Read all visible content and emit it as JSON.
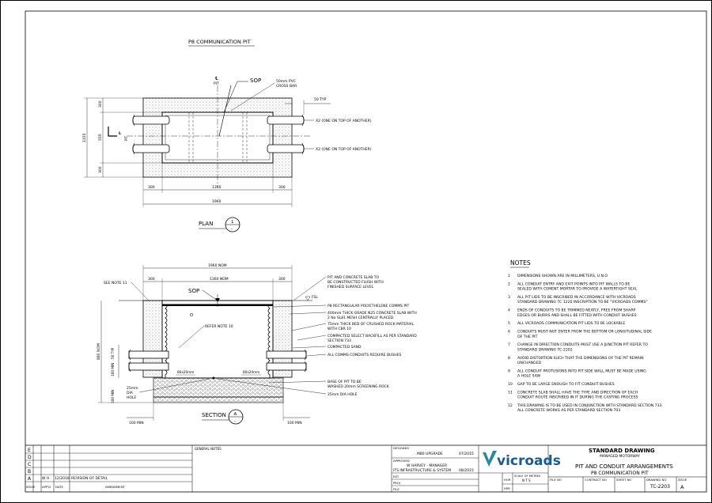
{
  "plan": {
    "title": "P8 COMMUNICATION PIT",
    "cl_top": "℄",
    "cl_pit": "PIT",
    "sop": "SOP",
    "crossbar_1": "50mm PVC",
    "crossbar_2": "CROSS BAR",
    "typ50": "50 TYP",
    "x2_a": "X2 (ONE ON TOP OF ANOTHER)",
    "x2_b": "X2 (ONE ON TOP OF ANOTHER)",
    "dim_300_top": "300",
    "dim_555": "555",
    "dim_300_bot": "300",
    "dim_1155": "1155",
    "dim_300_l": "300",
    "dim_1360": "1360",
    "dim_300_r": "300",
    "dim_1960": "1960",
    "cl_left": "℄",
    "pit_left": "PIT",
    "label": "PLAN",
    "callout_num": "1",
    "callout_sheet": "-"
  },
  "section": {
    "dim_1960_nom": "1960 NOM",
    "dim_300_l": "300",
    "dim_1360_nom": "1360 NOM",
    "dim_300_r": "300",
    "see_note": "SEE NOTE 11",
    "sop": "SOP",
    "refer_note": "REFER NOTE 10",
    "fsl": "FSL",
    "dim_880": "880 NOM",
    "dim_50_typ": "50 TYP",
    "dim_100_min_v": "100 MIN",
    "dim_100_min_v2": "100 MIN",
    "dim_80x20_a": "80x20mm",
    "dim_80x20_b": "80x20mm",
    "dia_1": "25mm",
    "dia_2": "DIA",
    "dia_3": "HOLE",
    "dim_100_min_l": "100 MIN",
    "dim_100_min_r": "100 MIN",
    "label": "SECTION",
    "callout_letter": "A",
    "callout_sheet": "-",
    "callouts": [
      "PIT AND CONCRETE SLAB TO",
      "BE CONSTRUCTED FLUSH WITH",
      "FINISHED SURFACE LEVEL",
      "P8 RECTANGULAR POLYETHELENE COMMS PIT",
      "400mm THICK GRADE N25 CONCRETE SLAB WITH",
      "2 No SL81 MESH CENTRALLY PLACED",
      "75mm THICK BED OF CRUSHED ROCK MATERIAL",
      "WITH CBR 10",
      "COMPACTED SELECT BACKFILL AS PER STANDARD",
      "SECTION 733",
      "COMPACTED SAND",
      "ALL COMMS CONDUITS REQUIRE BUSHES",
      "BASE OF PIT TO BE",
      "WASHED 20mm SCREENING ROCK",
      "25mm DIA HOLE"
    ]
  },
  "notes": {
    "heading": "NOTES",
    "items": [
      {
        "num": "1",
        "lines": [
          "DIMENSIONS SHOWN ARE IN MILLIMETERS, U.N.O"
        ]
      },
      {
        "num": "2",
        "lines": [
          "ALL CONDUIT ENTRY AND EXIT POINTS INTO PIT WALLS TO BE",
          "SEALED WITH CEMENT MORTAR TO PROVIDE A WATERTIGHT SEAL"
        ]
      },
      {
        "num": "3",
        "lines": [
          "ALL PIT LIDS TO BE INSCRIBED IN ACCORDANCE WITH VICROADS",
          "STANDARD DRAWING TC 1220 INSCRIPTION TO BE \"VICROADS COMMS\""
        ]
      },
      {
        "num": "4",
        "lines": [
          "ENDS OF CONDUITS TO BE TRIMMED NEATLY, FREE FROM SHARP",
          "EDGES OR BURRS AND SHALL BE FITTED WITH CONDUIT BUSHES"
        ]
      },
      {
        "num": "5",
        "lines": [
          "ALL VICROADS COMMUNICATION PIT LIDS TO BE LOCKABLE"
        ]
      },
      {
        "num": "6",
        "lines": [
          "CONDUITS MUST NOT ENTER FROM  THE BOTTOM OR LONGITUDINAL SIDE",
          "OF THE PIT"
        ]
      },
      {
        "num": "7",
        "lines": [
          "CHANGE IN DIRECTION CONDUITS MUST USE A JUNCTION PIT REFER TO",
          "STANDARD DRAWING TC-2202"
        ]
      },
      {
        "num": "8",
        "lines": [
          "AVOID DISTORTION SUCH THAT THE DIMENSIONS OF THE PIT REMAIN",
          "UNCHANGED"
        ]
      },
      {
        "num": "9",
        "lines": [
          "ALL CONDUIT PROTUSIONS INTO PIT SIDE WALL MUST BE MADE USING",
          "A HOLE SAW"
        ]
      },
      {
        "num": "10",
        "lines": [
          "GAP TO BE LARGE ENOUGH TO FIT CONDUIT BUSHES"
        ]
      },
      {
        "num": "11",
        "lines": [
          "CONCRETE SLAB SHALL HAVE THE TYPE AND DIRECTION OF EACH",
          "CONDUIT ROUTE INSCRIBED IN IT DURING THE CASTING PROCESS"
        ]
      },
      {
        "num": "12",
        "lines": [
          "THIS DRAWING IS TO BE USED IN CONJUNCTION WITH STANDARD SECTION 733.",
          "ALL CONCRETE WORKS AS PER STANDARD SECTION 703"
        ]
      }
    ]
  },
  "titleblock": {
    "rev_letters": [
      "E",
      "D",
      "C",
      "B",
      "A"
    ],
    "rev_a": {
      "by": "W H",
      "date": "12/2018",
      "desc": "REVISION OF DETAIL"
    },
    "col_issue": "ISSUE",
    "col_appd": "APP'D",
    "col_date": "DATE",
    "col_amend": "AMENDMENT",
    "general_notes": "GENERAL NOTES",
    "designed": "DESIGNED",
    "designed_val": "M80 UPGRADE",
    "designed_date": "07/2015",
    "approved": "APPROVED",
    "approved_1": "W HARVEY - MANAGER",
    "approved_2": "ITS INFRASTRUCTURE & SYSTEM",
    "approved_date": "08/2015",
    "ext": "EXT",
    "proj": "PROJ",
    "file": "FILE",
    "logo": "vicroads",
    "hor": "HOR",
    "ver": "VER",
    "scale_1": "SCALE OF METRES",
    "scale_2": "N T S",
    "title_1": "STANDARD DRAWING",
    "title_2": "MANAGED MOTORWAY",
    "title_3": "PIT AND CONDUIT ARRANGEMENTS",
    "title_4": "P8 COMMUNICATION PIT",
    "file_no": "FILE NO",
    "contract_no": "CONTRACT NO",
    "sheet_no": "SHEET NO",
    "drawing_no": "DRAWING NO",
    "drawing_val": "TC-2203",
    "issue": "ISSUE",
    "issue_val": "A"
  }
}
